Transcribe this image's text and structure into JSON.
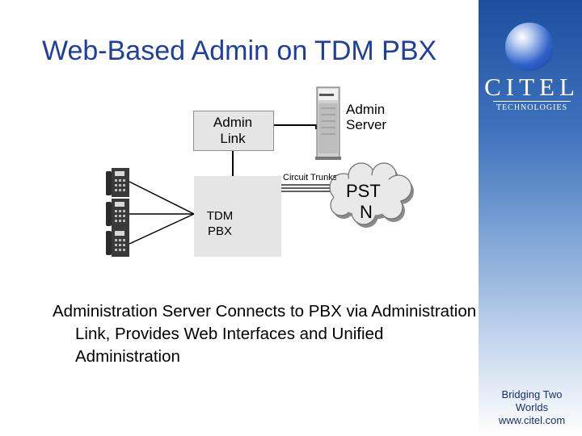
{
  "slide": {
    "title": "Web-Based Admin on TDM PBX",
    "body_text": "Administration Server Connects to PBX via Administration Link, Provides Web Interfaces and Unified Administration"
  },
  "brand": {
    "logo_main": "CITEL",
    "logo_sub": "TECHNOLOGIES",
    "tagline_line1": "Bridging Two",
    "tagline_line2": "Worlds",
    "url": "www.citel.com",
    "band_color": "#1d4fa0",
    "title_color": "#1f3f9f"
  },
  "diagram": {
    "admin_link_label_line1": "Admin",
    "admin_link_label_line2": "Link",
    "admin_server_label_line1": "Admin",
    "admin_server_label_line2": "Server",
    "pbx_label_line1": "TDM",
    "pbx_label_line2": "PBX",
    "trunk_label": "Circuit Trunks",
    "pstn_label_line1": "PST",
    "pstn_label_line2": "N",
    "phone_count": 3,
    "icons": [
      "phone-icon",
      "server-icon",
      "cloud-icon"
    ]
  }
}
